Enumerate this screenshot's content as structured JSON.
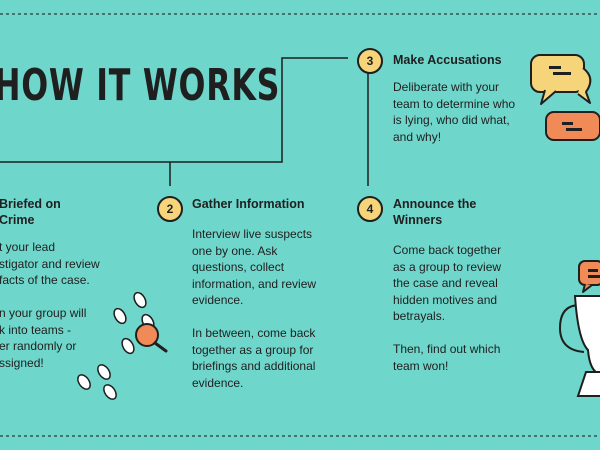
{
  "title": "HOW IT WORKS",
  "steps": [
    {
      "number": "",
      "title_lines": [
        "Briefed on",
        "Crime"
      ],
      "body": "t your lead\nstigator and review\nfacts of the case.\n\nn your group will\nk into teams -\ner randomly or\nssigned!"
    },
    {
      "number": "2",
      "title": "Gather Information",
      "body": "Interview live suspects\none by one. Ask\nquestions, collect\ninformation, and review\nevidence.\n\nIn between, come back\ntogether as a group for\nbriefings and additional\nevidence."
    },
    {
      "number": "3",
      "title": "Make Accusations",
      "body": "Deliberate with your\nteam to determine who\nis lying, who did what,\nand why!"
    },
    {
      "number": "4",
      "title_lines": [
        "Announce the",
        "Winners"
      ],
      "body": "Come back together\nas a group to review\nthe case and reveal\nhidden motives and\nbetrayals.\n\nThen, find out which\nteam won!"
    }
  ],
  "icons": [
    "footprints-icon",
    "magnifying-glass-icon",
    "speech-bubbles-icon",
    "trophy-icon"
  ],
  "colors": {
    "background": "#6fd6cb",
    "yellow": "#f6d57a",
    "orange": "#f08a57",
    "ink": "#1f1f1f"
  }
}
